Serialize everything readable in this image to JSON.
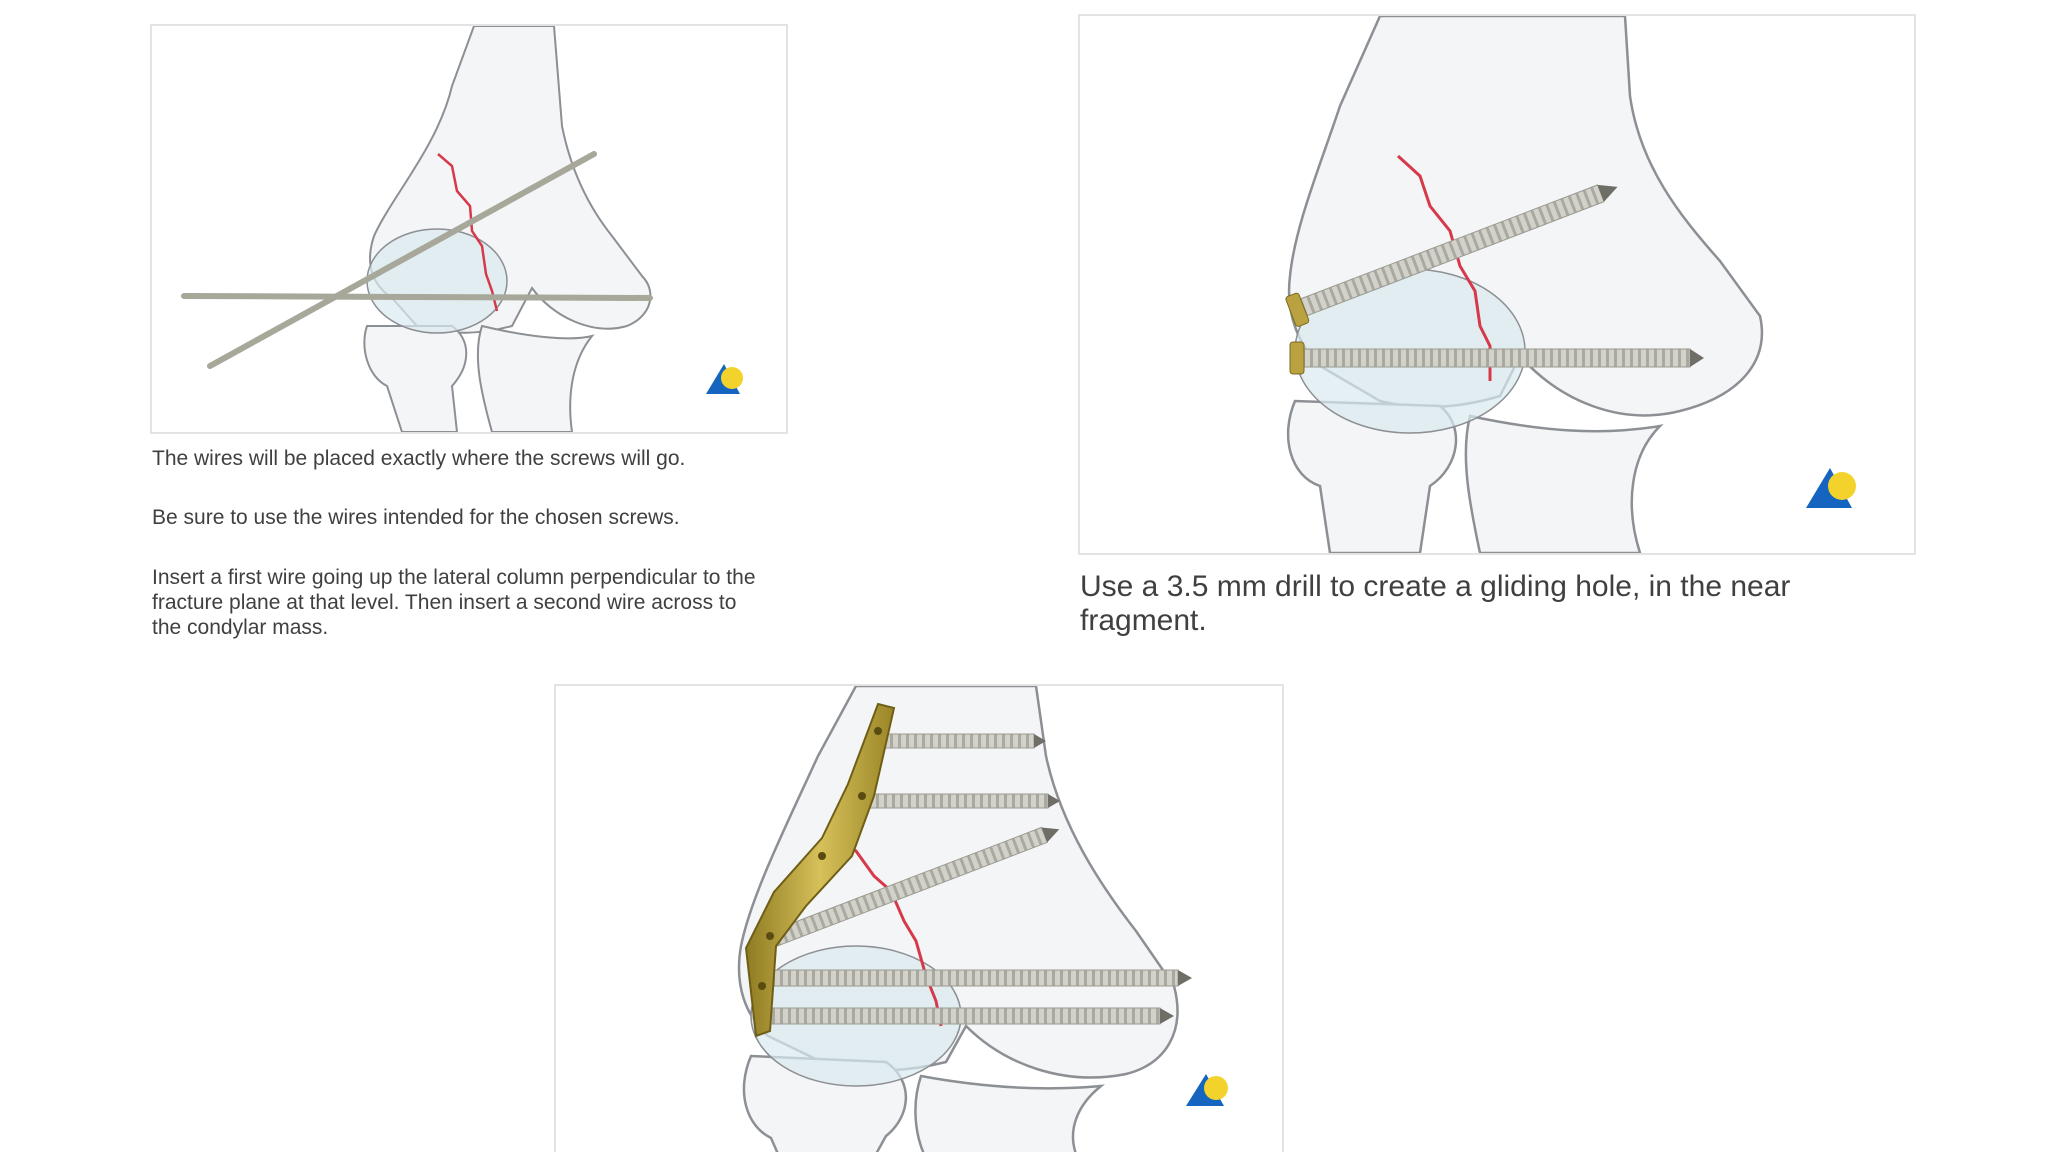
{
  "captions": {
    "panel1": [
      "The wires will be placed exactly where the screws will go.",
      "Be sure to use the wires intended for the chosen screws.",
      "Insert a first wire going up the lateral column perpendicular to the fracture plane at that level. Then insert a second wire across to the condylar mass."
    ],
    "panel2": "Use a 3.5 mm drill to create a gliding hole, in the near fragment."
  },
  "colors": {
    "bone_fill": "#f4f5f6",
    "bone_outline": "#8c8f93",
    "fracture_line": "#d63a4a",
    "cartilage": "#d9e9f0",
    "wire": "#a7a79a",
    "screw": "#c7c7bf",
    "plate": "#b9a23f",
    "logo_blue": "#1565c0",
    "logo_yellow": "#f3d32b"
  },
  "icons": {
    "logo": "ao-foundation-logo"
  }
}
